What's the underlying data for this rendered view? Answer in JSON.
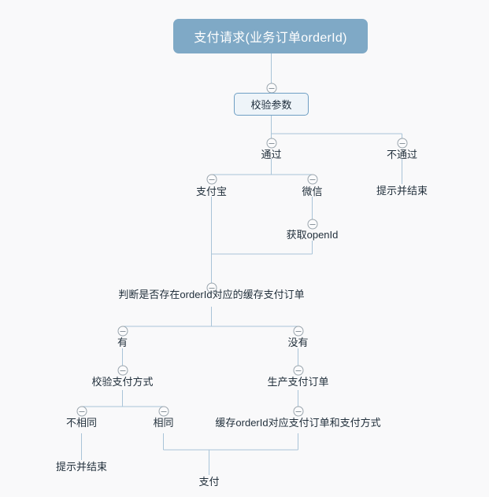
{
  "diagram": {
    "title": "支付请求(业务订单orderId)",
    "type": "flowchart-mindmap",
    "background_color": "#f9f9fa",
    "edge_color": "#a9c4d8",
    "root_fill_color": "#7fa9c6",
    "root_text_color": "#ffffff",
    "box_fill_color": "#eef4f9",
    "box_border_color": "#6f9fc4",
    "toggle_icon": "collapse-minus-circle-icon",
    "nodes": {
      "root": "支付请求(业务订单orderId)",
      "validate_params": "校验参数",
      "pass": "通过",
      "fail": "不通过",
      "fail_end": "提示并结束",
      "alipay": "支付宝",
      "wechat": "微信",
      "get_openid": "获取openId",
      "check_cache": "判断是否存在orderId对应的缓存支付订单",
      "has_cache": "有",
      "no_cache": "没有",
      "check_pay_method": "校验支付方式",
      "not_same": "不相同",
      "same": "相同",
      "not_same_end": "提示并结束",
      "create_order": "生产支付订单",
      "cache_order": "缓存orderId对应支付订单和支付方式",
      "pay": "支付"
    }
  }
}
